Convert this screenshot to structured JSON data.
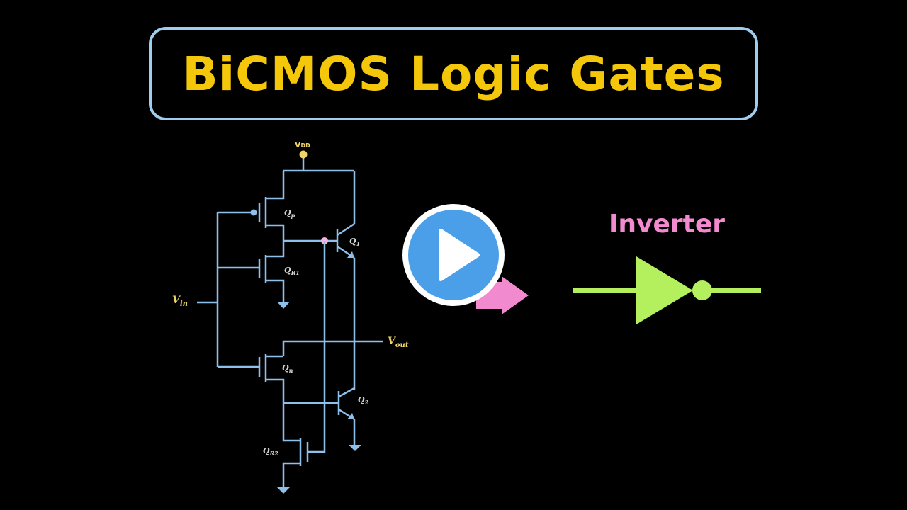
{
  "title": "BiCMOS Logic Gates",
  "circuit": {
    "vdd_label": "V",
    "vdd_sub": "DD",
    "vin_label": "V",
    "vin_sub": "in",
    "vout_label": "V",
    "vout_sub": "out",
    "qp_label": "Q",
    "qp_sub": "p",
    "qr1_label": "Q",
    "qr1_sub": "R1",
    "qn_label": "Q",
    "qn_sub": "n",
    "qr2_label": "Q",
    "qr2_sub": "R2",
    "q1_label": "Q",
    "q1_sub": "1",
    "q2_label": "Q",
    "q2_sub": "2"
  },
  "gate": {
    "label": "Inverter"
  },
  "colors": {
    "title": "#f5c70a",
    "title_border": "#9fcdf0",
    "wire": "#8ec0ec",
    "inverter": "#b4ef5e",
    "arrow": "#f28ad0",
    "play_button": "#4a9fe8",
    "node_vdd": "#f0d46a",
    "node_pink": "#f6b4dc"
  },
  "icons": {
    "play": "play-icon",
    "arrow": "arrow-right-icon"
  }
}
